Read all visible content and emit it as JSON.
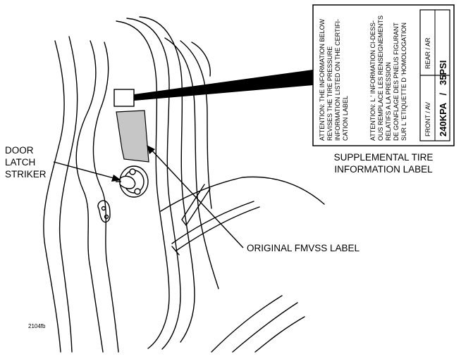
{
  "callouts": {
    "door_latch_striker": [
      "DOOR",
      "LATCH",
      "STRIKER"
    ],
    "supplemental_label": [
      "SUPPLEMENTAL TIRE",
      "INFORMATION LABEL"
    ],
    "original_label": "ORIGINAL FMVSS LABEL"
  },
  "tire_label": {
    "english_text": [
      "ATTENTION: THE INFORMATION BELOW",
      "REVISES THE TIRE PRESSURE",
      "INFORMATION LISTED ON THE CERTIFI-",
      "CATION LABEL"
    ],
    "french_text": [
      "ATTENTION: L ' INFORMATION CI-DESS-",
      "OUS REMPLACE LES RENSEIGNEMENTS",
      "RELATIFS A LA PRESSION",
      "DE GONFLAGE DES PNEUS FIGURANT",
      "SUR L 'ETIQUETTE D 'HOMOLOGATION"
    ],
    "front_header": "FRONT / AV",
    "rear_header": "REAR / AR",
    "pressure_value": "240KPA   /   35PSI"
  },
  "figure_code": "2104fb"
}
